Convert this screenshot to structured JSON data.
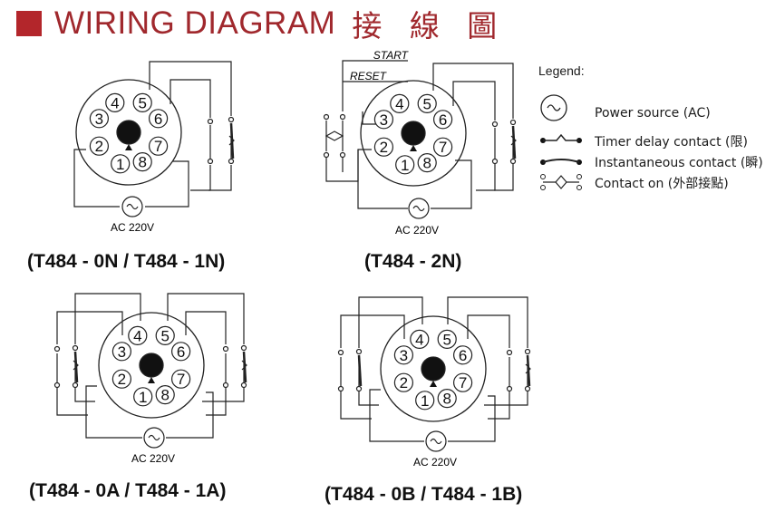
{
  "header": {
    "title": "WIRING DIAGRAM",
    "title_cjk": "接 線 圖"
  },
  "pins": [
    "1",
    "2",
    "3",
    "4",
    "5",
    "6",
    "7",
    "8"
  ],
  "diagrams": [
    {
      "caption": "(T484 - 0N  /  T484 - 1N)",
      "supply_label": "AC 220V"
    },
    {
      "caption": "(T484 - 2N)",
      "supply_label": "AC 220V",
      "start_label": "START",
      "reset_label": "RESET"
    },
    {
      "caption": "(T484 - 0A  /  T484 - 1A)",
      "supply_label": "AC 220V"
    },
    {
      "caption": "(T484 - 0B  /  T484 - 1B)",
      "supply_label": "AC 220V"
    }
  ],
  "legend": {
    "title": "Legend:",
    "items": [
      {
        "icon": "power-source-icon",
        "label": "Power source (AC)"
      },
      {
        "icon": "timer-delay-contact-icon",
        "label": "Timer delay contact (限)"
      },
      {
        "icon": "instantaneous-contact-icon",
        "label": "Instantaneous contact (瞬)"
      },
      {
        "icon": "contact-on-icon",
        "label": "Contact on (外部接點)"
      }
    ]
  },
  "colors": {
    "accent": "#a0282d",
    "line": "#222222"
  }
}
